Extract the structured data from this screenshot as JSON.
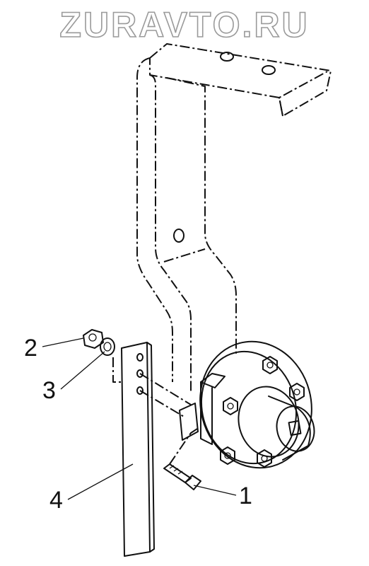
{
  "watermark": {
    "text": "ZURAVTO.RU"
  },
  "callouts": [
    {
      "label": "1"
    },
    {
      "label": "2"
    },
    {
      "label": "3"
    },
    {
      "label": "4"
    }
  ]
}
